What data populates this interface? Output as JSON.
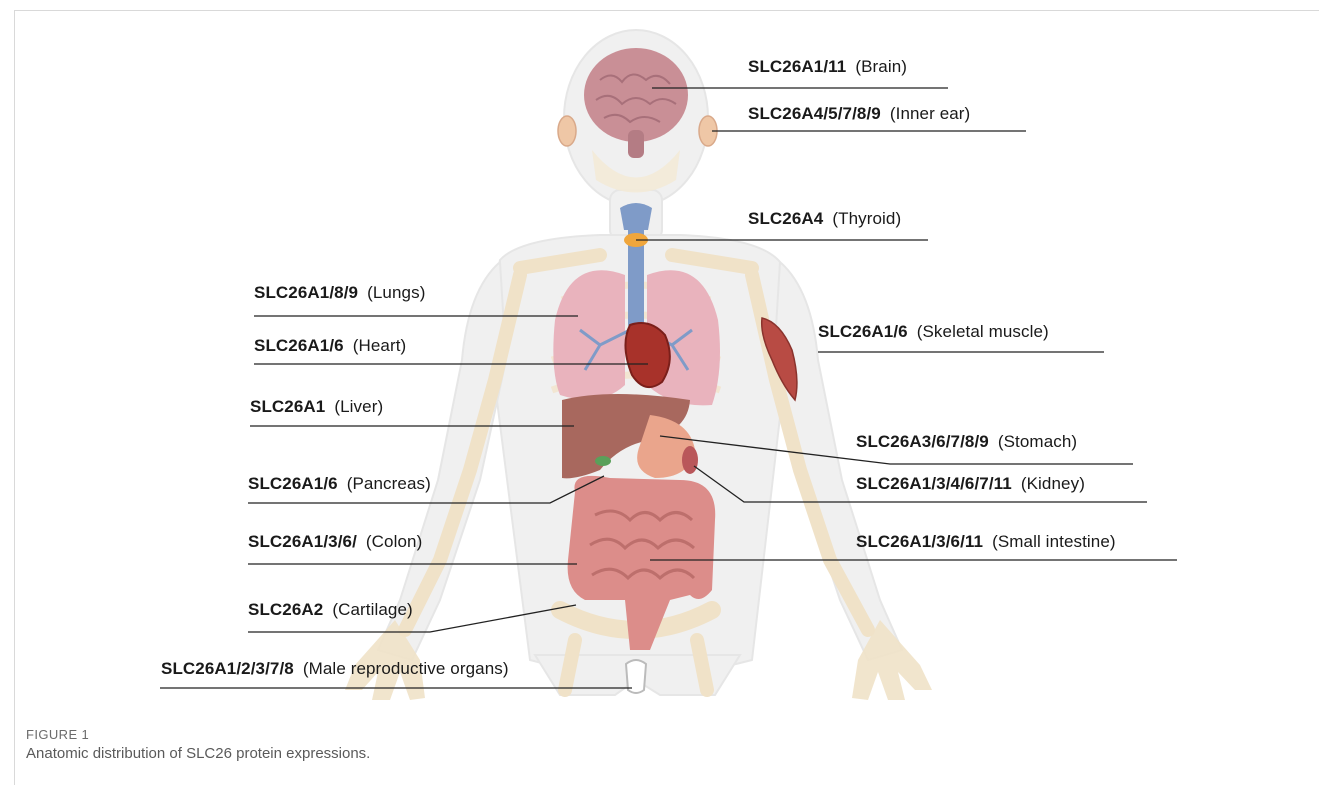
{
  "labels": {
    "brain": {
      "gene": "SLC26A1/11",
      "organ": "(Brain)"
    },
    "inner_ear": {
      "gene": "SLC26A4/5/7/8/9",
      "organ": "(Inner ear)"
    },
    "thyroid": {
      "gene": "SLC26A4",
      "organ": "(Thyroid)"
    },
    "lungs": {
      "gene": "SLC26A1/8/9",
      "organ": "(Lungs)"
    },
    "heart": {
      "gene": "SLC26A1/6",
      "organ": "(Heart)"
    },
    "skeletal_muscle": {
      "gene": "SLC26A1/6",
      "organ": "(Skeletal muscle)"
    },
    "liver": {
      "gene": "SLC26A1",
      "organ": "(Liver)"
    },
    "stomach": {
      "gene": "SLC26A3/6/7/8/9",
      "organ": "(Stomach)"
    },
    "pancreas": {
      "gene": "SLC26A1/6",
      "organ": "(Pancreas)"
    },
    "kidney": {
      "gene": "SLC26A1/3/4/6/7/11",
      "organ": "(Kidney)"
    },
    "colon": {
      "gene": "SLC26A1/3/6/",
      "organ": "(Colon)"
    },
    "small_intestine": {
      "gene": "SLC26A1/3/6/11",
      "organ": "(Small intestine)"
    },
    "cartilage": {
      "gene": "SLC26A2",
      "organ": "(Cartilage)"
    },
    "male_repro": {
      "gene": "SLC26A1/2/3/7/8",
      "organ": "(Male reproductive organs)"
    }
  },
  "caption": {
    "title": "FIGURE 1",
    "text": "Anatomic distribution of SLC26 protein expressions."
  },
  "colors": {
    "skeleton": "#f0e2c8",
    "body_outline": "#e6e6e6",
    "brain": "#c98f96",
    "lungs": "#e9b3bd",
    "airways": "#7f9bc8",
    "liver": "#a8685e",
    "intestine": "#dc8d8a",
    "muscle": "#b84b44",
    "leader_line": "#222222"
  }
}
